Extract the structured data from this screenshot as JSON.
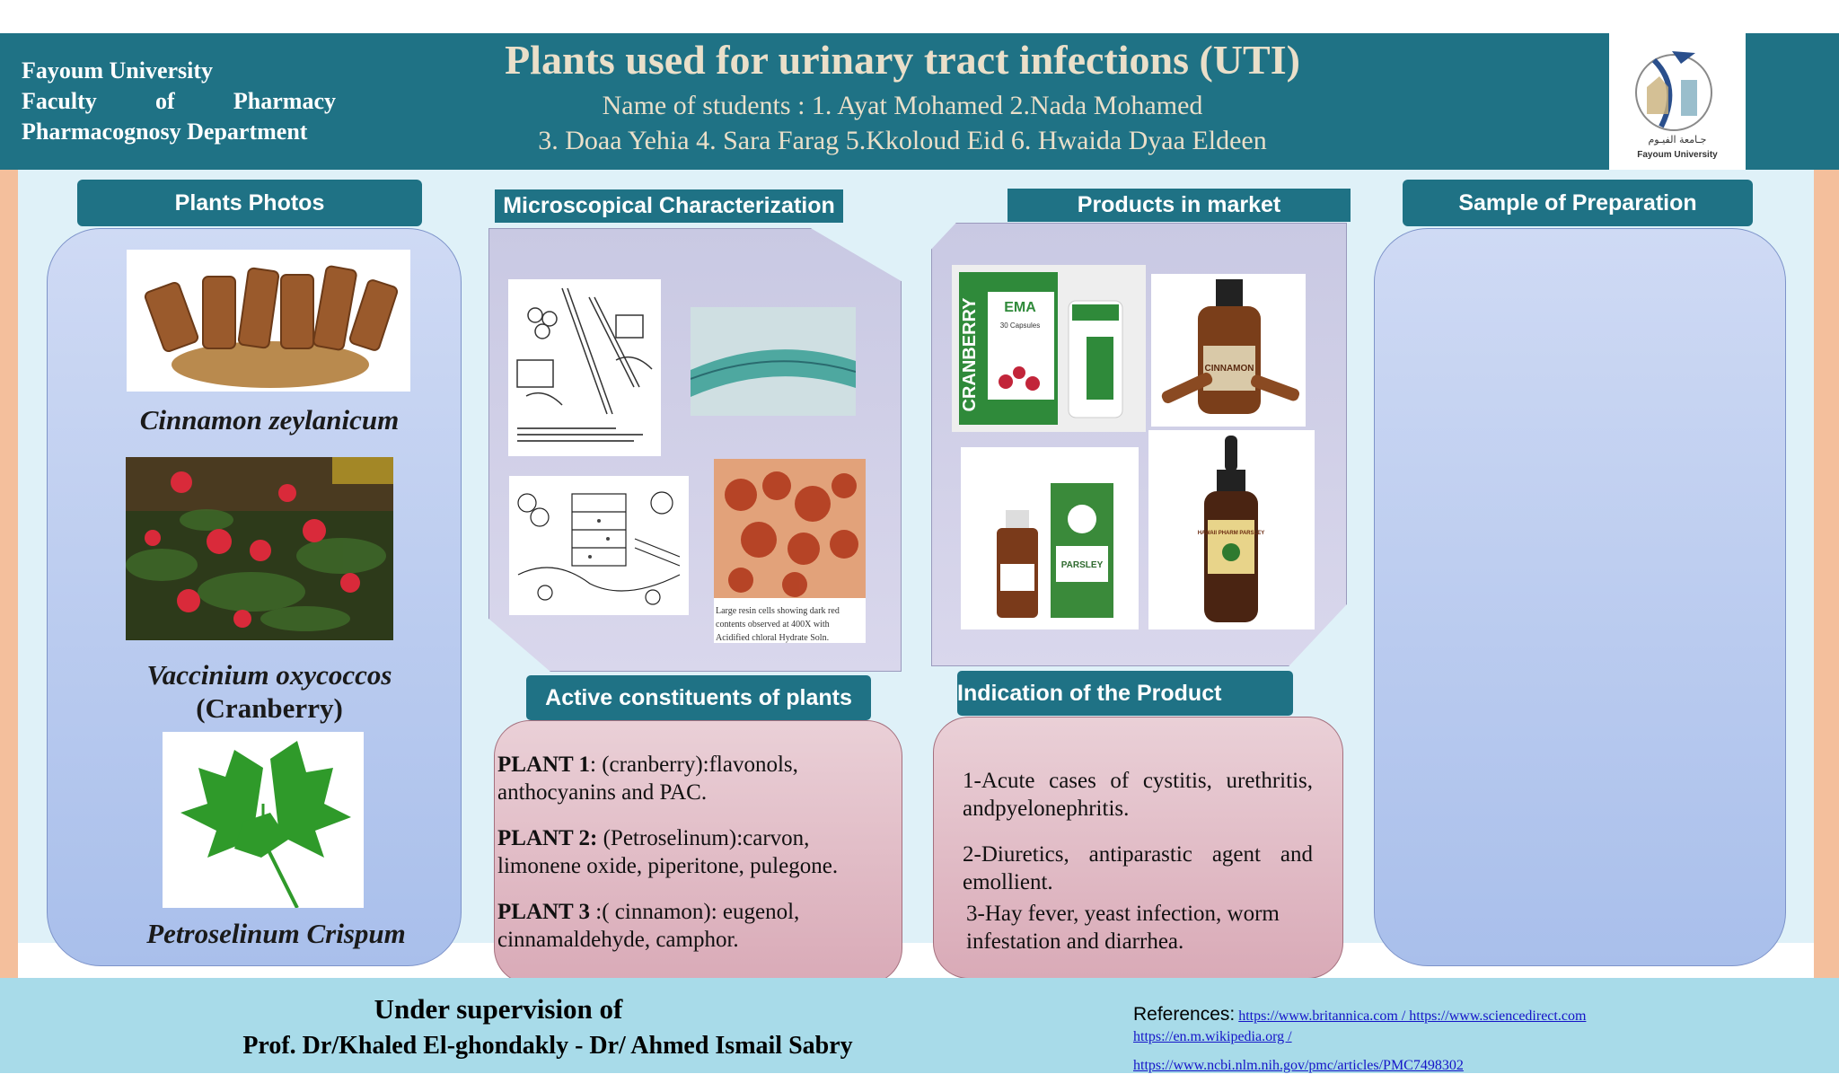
{
  "header": {
    "university_lines": [
      "Fayoum University",
      "Faculty of Pharmacy",
      "Pharmacognosy Department"
    ],
    "faculty_words": [
      "Faculty",
      "of",
      "Pharmacy"
    ],
    "title": "Plants used for urinary tract infections (UTI)",
    "students_line1": "Name of students : 1. Ayat Mohamed  2.Nada Mohamed",
    "students_line2": "3. Doaa Yehia  4. Sara Farag  5.Kkoloud Eid  6. Hwaida Dyaa Eldeen",
    "logo_caption": "Fayoum University",
    "logo_arabic": "جـامعة الفيـوم"
  },
  "sections": {
    "plants_photos": "Plants Photos",
    "microscopical": "Microscopical Characterization",
    "products": "Products  in market",
    "sample": "Sample of  Preparation",
    "active": "Active constituents of plants",
    "indication": "Indication of the Product"
  },
  "plants": [
    {
      "name": "Cinnamon zeylanicum",
      "photo": "cinnamon-sticks-photo"
    },
    {
      "name": "Vaccinium oxycoccos",
      "subname": "(Cranberry)",
      "photo": "cranberry-photo"
    },
    {
      "name": "Petroselinum Crispum",
      "photo": "parsley-photo"
    }
  ],
  "microscopy": {
    "resin_caption": "Large resin cells showing dark red contents observed at 400X with Acidified chloral Hydrate Soln."
  },
  "products": {
    "cranberry_box": "CRANBERRY",
    "cranberry_brand": "EMA",
    "cranberry_caps": "30 Capsules",
    "cinnamon_label": "CINNAMON",
    "parsley_label": "PARSLEY",
    "parsley_bottle": "HAWAII PHARM PARSLEY"
  },
  "constituents": [
    {
      "plant": "PLANT 1",
      "sep": ": ",
      "text": "(cranberry):flavonols, anthocyanins and PAC."
    },
    {
      "plant": "PLANT 2:",
      "sep": " ",
      "text": "(Petroselinum):carvon, limonene oxide, piperitone, pulegone."
    },
    {
      "plant": "PLANT 3",
      "sep": " :",
      "text": "( cinnamon): eugenol, cinnamaldehyde, camphor."
    }
  ],
  "indications": [
    "1-Acute cases of cystitis, urethritis, andpyelonephritis.",
    "2-Diuretics, antiparastic agent and emollient.",
    "3-Hay fever, yeast infection, worm infestation and  diarrhea."
  ],
  "footer": {
    "supervision_title": "Under supervision of",
    "supervisors": "Prof. Dr/Khaled El-ghondakly  -  Dr/ Ahmed Ismail Sabry",
    "references_label": "References:",
    "links": [
      "https://www.britannica.com  / https://www.sciencedirect.com",
      "https://en.m.wikipedia.org  /",
      "https://www.ncbi.nlm.nih.gov/pmc/articles/PMC7498302"
    ]
  },
  "colors": {
    "header": "#1f7285",
    "title": "#eadfc9",
    "panel_blue": "#b8c9ef",
    "panel_pink": "#e2bcc6",
    "footer": "#a8dbe9"
  }
}
